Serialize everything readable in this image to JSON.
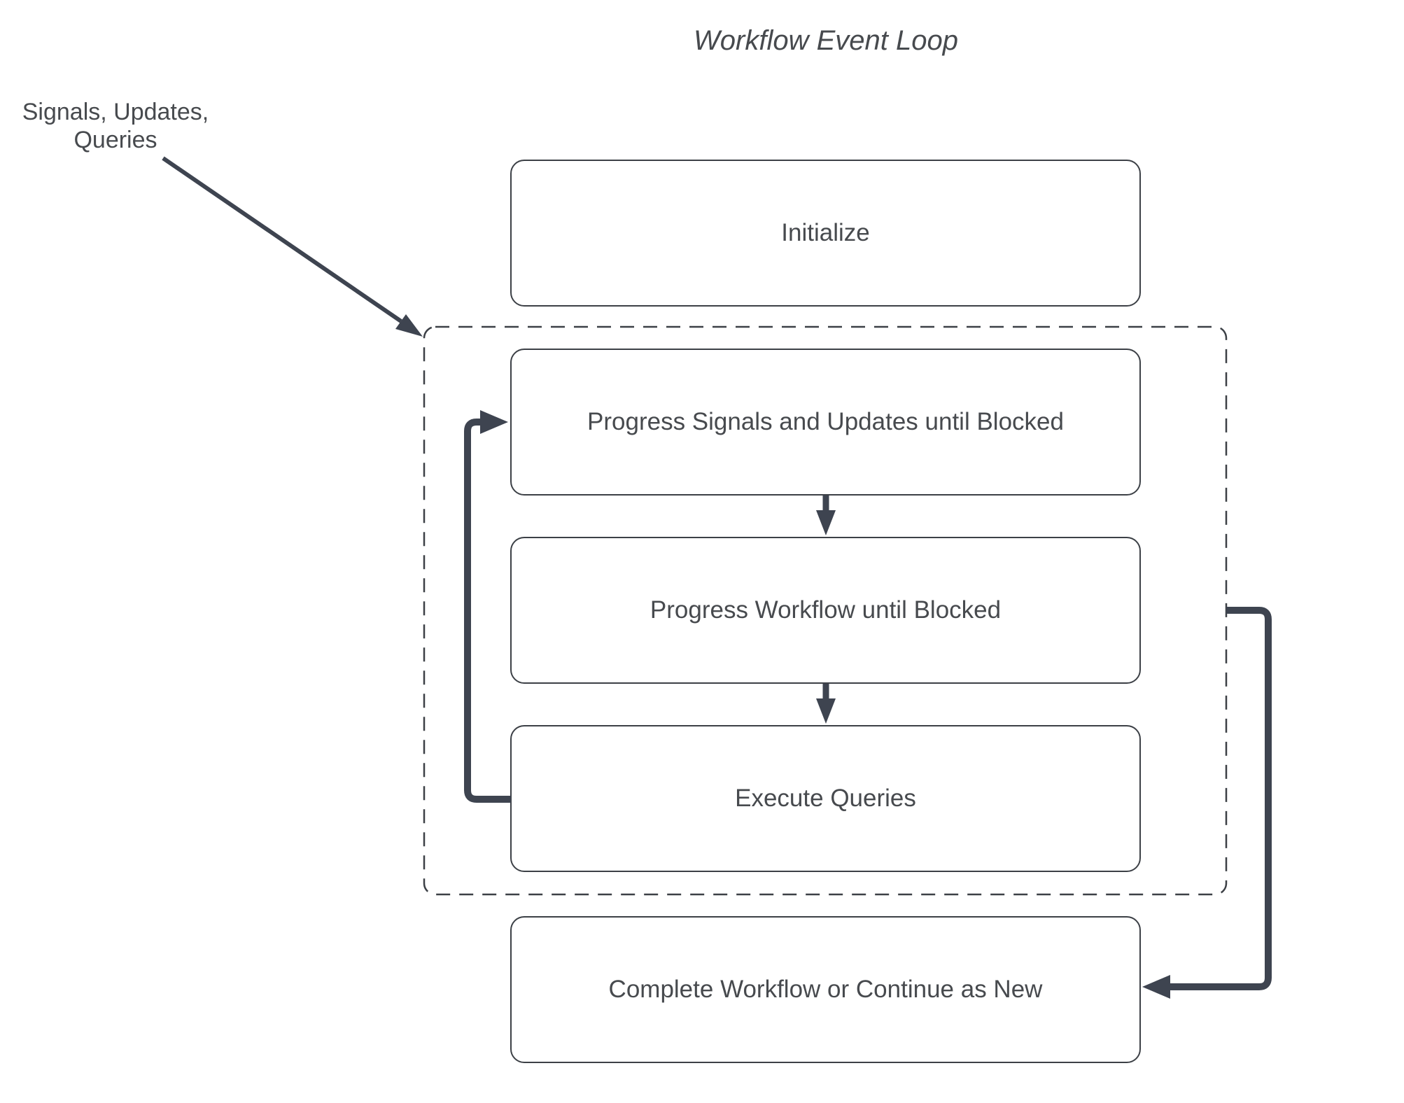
{
  "diagram": {
    "title": "Workflow Event Loop",
    "side_label": "Signals, Updates,\nQueries",
    "nodes": [
      {
        "id": "initialize",
        "label": "Initialize"
      },
      {
        "id": "progress-signals-updates",
        "label": "Progress Signals and Updates until Blocked"
      },
      {
        "id": "progress-workflow",
        "label": "Progress Workflow until Blocked"
      },
      {
        "id": "execute-queries",
        "label": "Execute Queries"
      },
      {
        "id": "complete-workflow",
        "label": "Complete Workflow or Continue as New"
      }
    ],
    "colors": {
      "background": "#ffffff",
      "text": "#474a4e",
      "box_border": "#3c4046",
      "arrow": "#3e4450"
    }
  }
}
